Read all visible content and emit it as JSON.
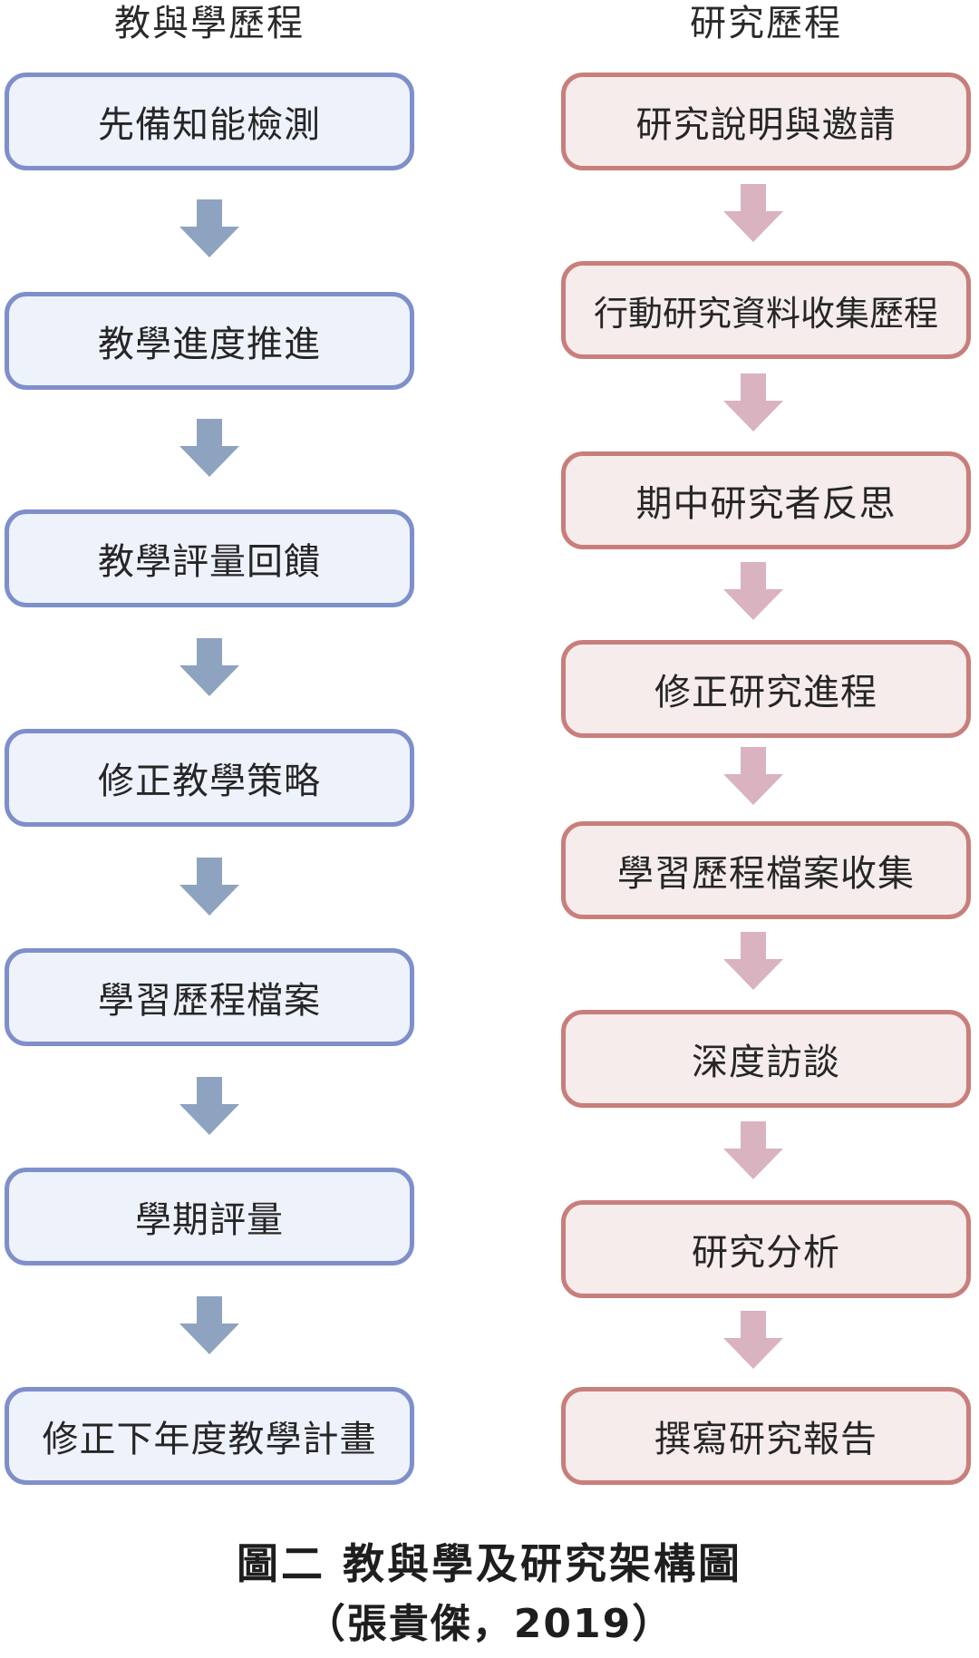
{
  "left_column": {
    "title": "教與學歷程",
    "steps": [
      "先備知能檢測",
      "教學進度推進",
      "教學評量回饋",
      "修正教學策略",
      "學習歷程檔案",
      "學期評量",
      "修正下年度教學計畫"
    ],
    "box_fill": "#eef2fb",
    "box_border": "#7e8fcb",
    "arrow_color": "#8ea3bf"
  },
  "right_column": {
    "title": "研究歷程",
    "steps": [
      "研究說明與邀請",
      "行動研究資料收集歷程",
      "期中研究者反思",
      "修正研究進程",
      "學習歷程檔案收集",
      "深度訪談",
      "研究分析",
      "撰寫研究報告"
    ],
    "box_fill": "#f6ecec",
    "box_border": "#c87f7b",
    "arrow_color": "#d9b3bf"
  },
  "caption": {
    "title": "圖二 教與學及研究架構圖",
    "source": "（張貴傑，2019）"
  }
}
